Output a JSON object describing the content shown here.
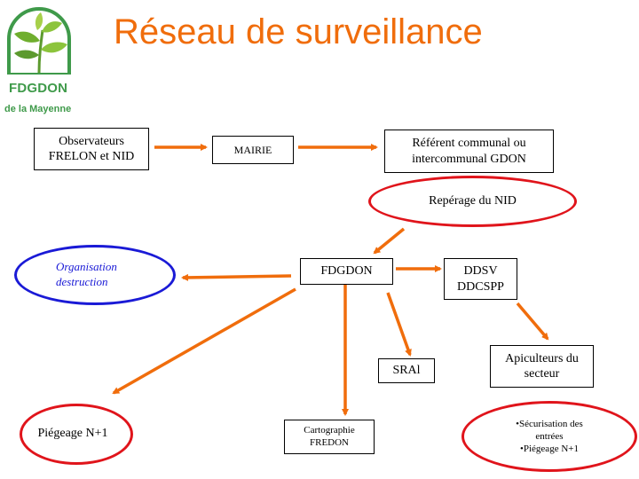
{
  "header": {
    "title": "Réseau de surveillance",
    "logo": {
      "name": "FDGDON",
      "subtitle": "de la Mayenne",
      "icon": "plant-leaves-icon",
      "color": "#3f9a4a"
    }
  },
  "colors": {
    "title": "#f06d0c",
    "arrow": "#f06d0c",
    "ellipse_red": "#e0141b",
    "ellipse_blue": "#1a1ad6",
    "box_border": "#000000"
  },
  "nodes": {
    "observateurs": {
      "line1": "Observateurs",
      "line2": "FRELON et NID"
    },
    "mairie": {
      "label": "MAIRIE"
    },
    "referent": {
      "line1": "Référent communal ou",
      "line2": "intercommunal GDON"
    },
    "reperage": {
      "label": "Repérage du NID"
    },
    "organisation": {
      "line1": "Organisation",
      "line2": "destruction"
    },
    "fdgdon": {
      "label": "FDGDON"
    },
    "ddsv": {
      "line1": "DDSV",
      "line2": "DDCSPP"
    },
    "srai": {
      "label": "SRAl"
    },
    "apiculteurs": {
      "line1": "Apiculteurs du",
      "line2": "secteur"
    },
    "piegeage": {
      "label": "Piégeage N+1"
    },
    "cartographie": {
      "line1": "Cartographie",
      "line2": "FREDON"
    },
    "securisation": {
      "line1": "•Sécurisation des",
      "line2": "entrées",
      "line3": "•Piégeage N+1"
    }
  },
  "edges": [
    {
      "from": "observateurs",
      "to": "mairie"
    },
    {
      "from": "mairie",
      "to": "referent"
    },
    {
      "from": "reperage",
      "to": "fdgdon"
    },
    {
      "from": "fdgdon",
      "to": "organisation"
    },
    {
      "from": "fdgdon",
      "to": "ddsv"
    },
    {
      "from": "fdgdon",
      "to": "piegeage"
    },
    {
      "from": "fdgdon",
      "to": "cartographie"
    },
    {
      "from": "fdgdon",
      "to": "srai"
    },
    {
      "from": "ddsv",
      "to": "apiculteurs"
    }
  ]
}
